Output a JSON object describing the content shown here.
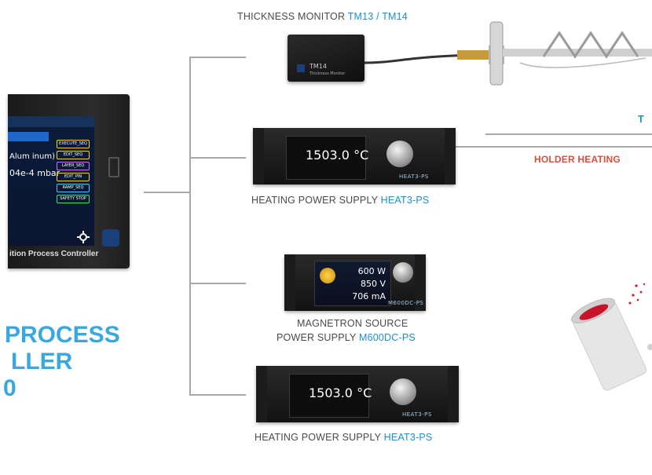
{
  "devices": {
    "thickness_monitor": {
      "prefix": "THICKNESS MONITOR ",
      "model": "TM13 / TM14",
      "module_text": "TM14",
      "module_subtext": "Thickness Monitor"
    },
    "heat_ps_1": {
      "prefix": "HEATING POWER SUPPLY ",
      "model": "HEAT3-PS",
      "display_value": "1503.0 °C",
      "brand": "HEAT3-PS"
    },
    "magnetron": {
      "line1": "MAGNETRON SOURCE",
      "line2_prefix": "POWER SUPPLY ",
      "model": "M600DC-PS",
      "power": "600 W",
      "voltage": "850 V",
      "current": "706 mA",
      "brand": "M600DC-PS"
    },
    "heat_ps_2": {
      "prefix": "HEATING POWER SUPPLY ",
      "model": "HEAT3-PS",
      "display_value": "1503.0 °C",
      "brand": "HEAT3-PS"
    }
  },
  "controller": {
    "title_lines": [
      "PROCESS",
      "LLER",
      "0"
    ],
    "footer_text": "ition Process Controller",
    "screen_field": "Alum inum)",
    "screen_value": "04e-4 mbar",
    "menu_items": [
      "EXECUTE_SEQ",
      "EDIT_SEQ",
      "LAYER_SEQ",
      "EDIT_PIN",
      "RAMP_SEQ",
      "SAFETY STOP"
    ]
  },
  "right_labels": {
    "holder_heating": "HOLDER HEATING",
    "cut_label": "T"
  },
  "colors": {
    "accent": "#1b8fd2",
    "holder_heating": "#e24a3a",
    "line": "#a8a8a8",
    "title": "#3aa8e0"
  }
}
